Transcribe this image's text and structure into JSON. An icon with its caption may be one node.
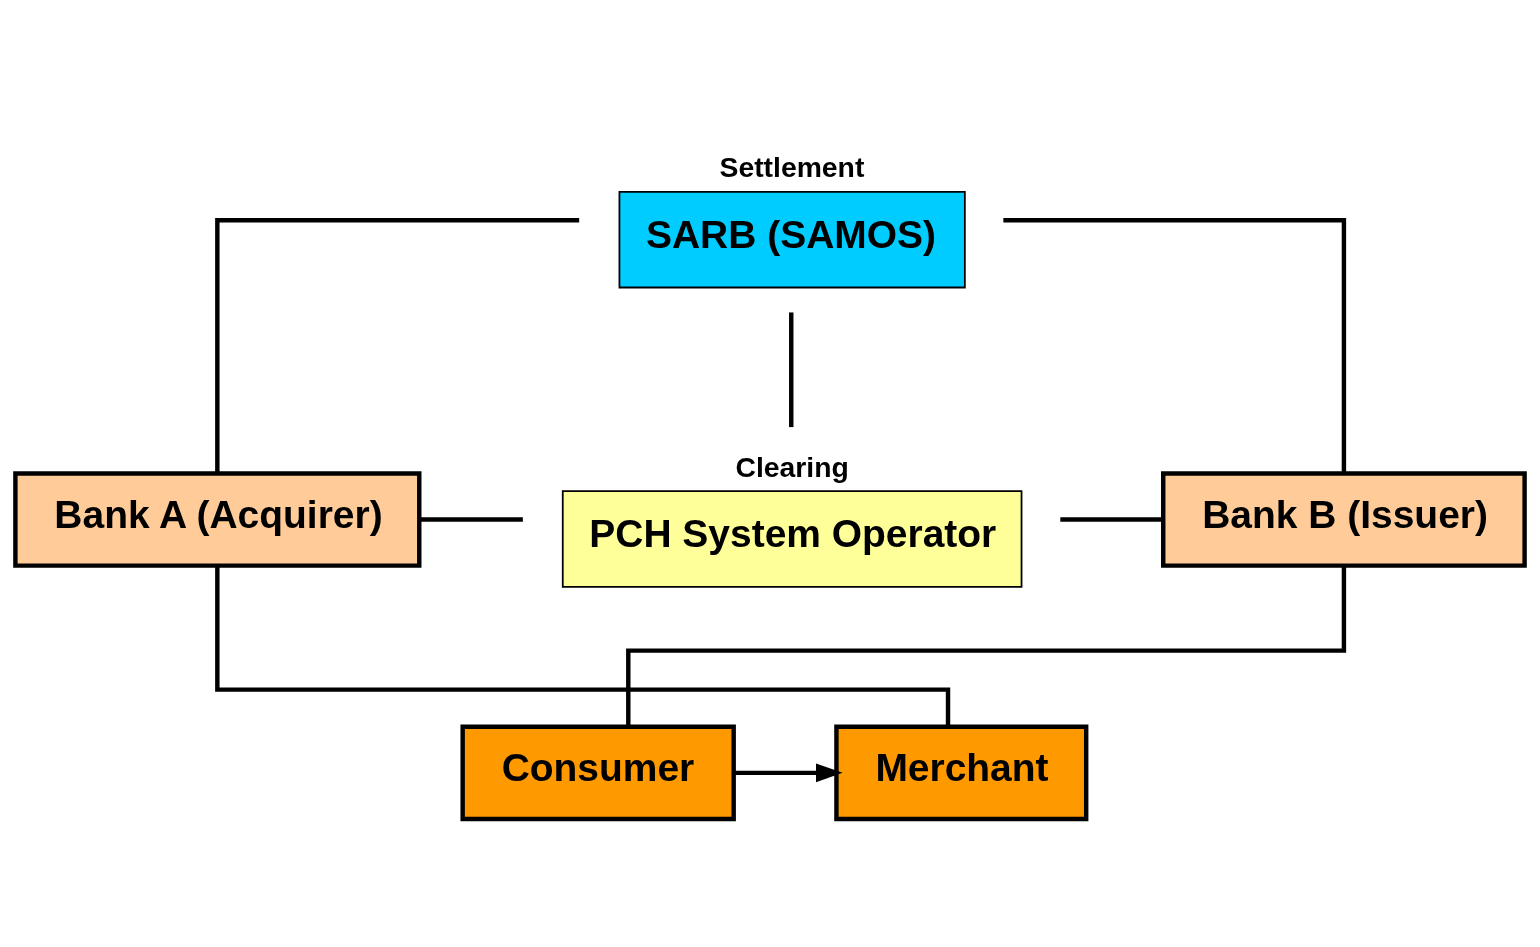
{
  "diagram": {
    "nodes": [
      {
        "text": [
          "Settlement",
          "SARB (SAMOS)"
        ]
      },
      {
        "text": [
          "Bank A (Acquirer)"
        ]
      },
      {
        "text": [
          "Clearing",
          "PCH System Operator"
        ]
      },
      {
        "text": [
          "Bank B (Issuer)"
        ]
      },
      {
        "text": [
          "Merchant"
        ]
      },
      {
        "text": [
          "Consumer"
        ]
      }
    ],
    "edges": [
      {
        "from": 0,
        "to": 1,
        "arrow": "none"
      },
      {
        "from": 0,
        "to": 3,
        "arrow": "none"
      },
      {
        "from": 0,
        "to": 2,
        "arrow": "none"
      },
      {
        "from": 1,
        "to": 2,
        "arrow": "none"
      },
      {
        "from": 2,
        "to": 3,
        "arrow": "none"
      },
      {
        "from": 1,
        "to": 4,
        "arrow": "none"
      },
      {
        "from": 3,
        "to": 5,
        "arrow": "none"
      },
      {
        "from": 5,
        "to": 4,
        "arrow": "to"
      }
    ]
  }
}
